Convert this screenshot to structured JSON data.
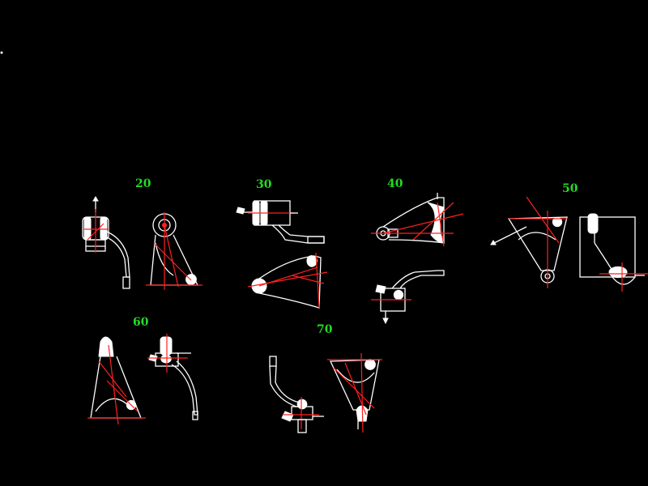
{
  "colors": {
    "background": "#000000",
    "label": "#22dd22",
    "outline": "#ffffff",
    "centerline": "#ff2020"
  },
  "steps": [
    {
      "label": "20"
    },
    {
      "label": "30"
    },
    {
      "label": "40"
    },
    {
      "label": "50"
    },
    {
      "label": "60"
    },
    {
      "label": "70"
    }
  ]
}
